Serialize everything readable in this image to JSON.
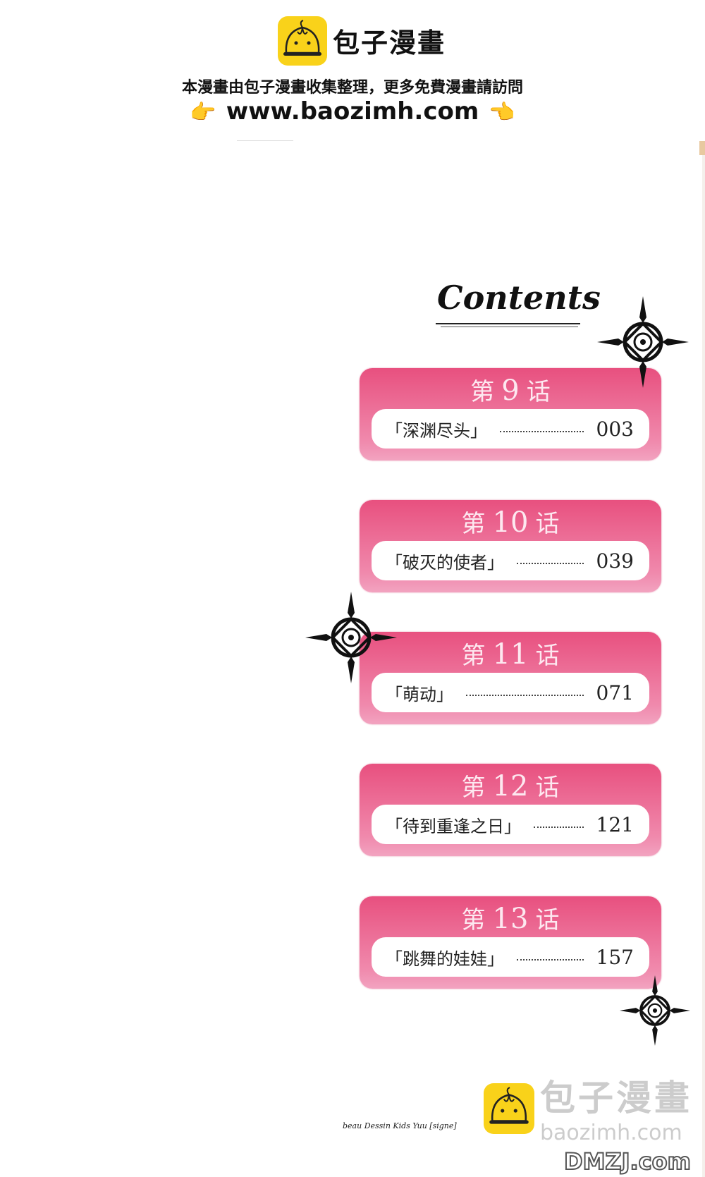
{
  "header": {
    "brand": "包子漫畫",
    "notice": "本漫畫由包子漫畫收集整理，更多免費漫畫請訪問",
    "url": "www.baozimh.com",
    "hand_left": "👉",
    "hand_right": "👈"
  },
  "contents_title": "Contents",
  "chapters": [
    {
      "prefix": "第",
      "num": "9",
      "suffix": "话",
      "title": "「深渊尽头」",
      "page": "003"
    },
    {
      "prefix": "第",
      "num": "10",
      "suffix": "话",
      "title": "「破灭的使者」",
      "page": "039"
    },
    {
      "prefix": "第",
      "num": "11",
      "suffix": "话",
      "title": "「萌动」",
      "page": "071"
    },
    {
      "prefix": "第",
      "num": "12",
      "suffix": "话",
      "title": "「待到重逢之日」",
      "page": "121"
    },
    {
      "prefix": "第",
      "num": "13",
      "suffix": "话",
      "title": "「跳舞的娃娃」",
      "page": "157"
    }
  ],
  "footer": {
    "watermark": "包子漫畫",
    "watermark_url": "baozimh.com",
    "dmzj": "DMZJ.com",
    "signature": "beau Dessin Kids Yuu [signe]"
  },
  "colors": {
    "pink_top": "#e8507f",
    "pink_bottom": "#f2a3c0",
    "logo_yellow": "#f9d21a"
  }
}
